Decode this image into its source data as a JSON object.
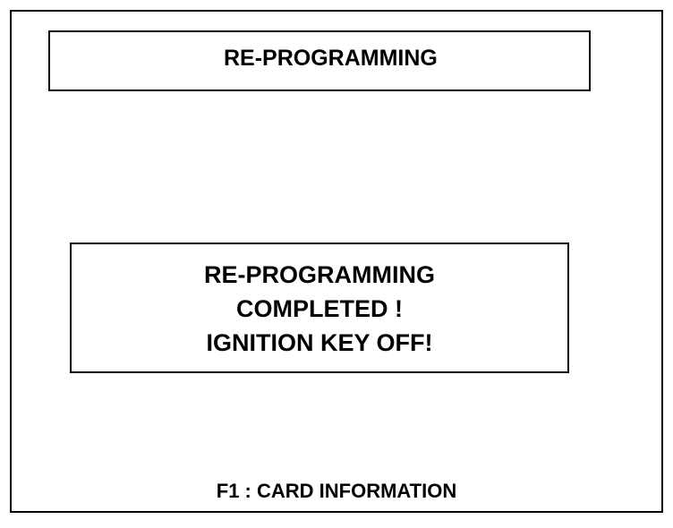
{
  "header": {
    "title": "RE-PROGRAMMING"
  },
  "message": {
    "line1": "RE-PROGRAMMING",
    "line2": "COMPLETED !",
    "line3": "IGNITION KEY OFF!"
  },
  "footer": {
    "hint": "F1 : CARD INFORMATION"
  },
  "colors": {
    "foreground": "#000000",
    "background": "#ffffff"
  }
}
